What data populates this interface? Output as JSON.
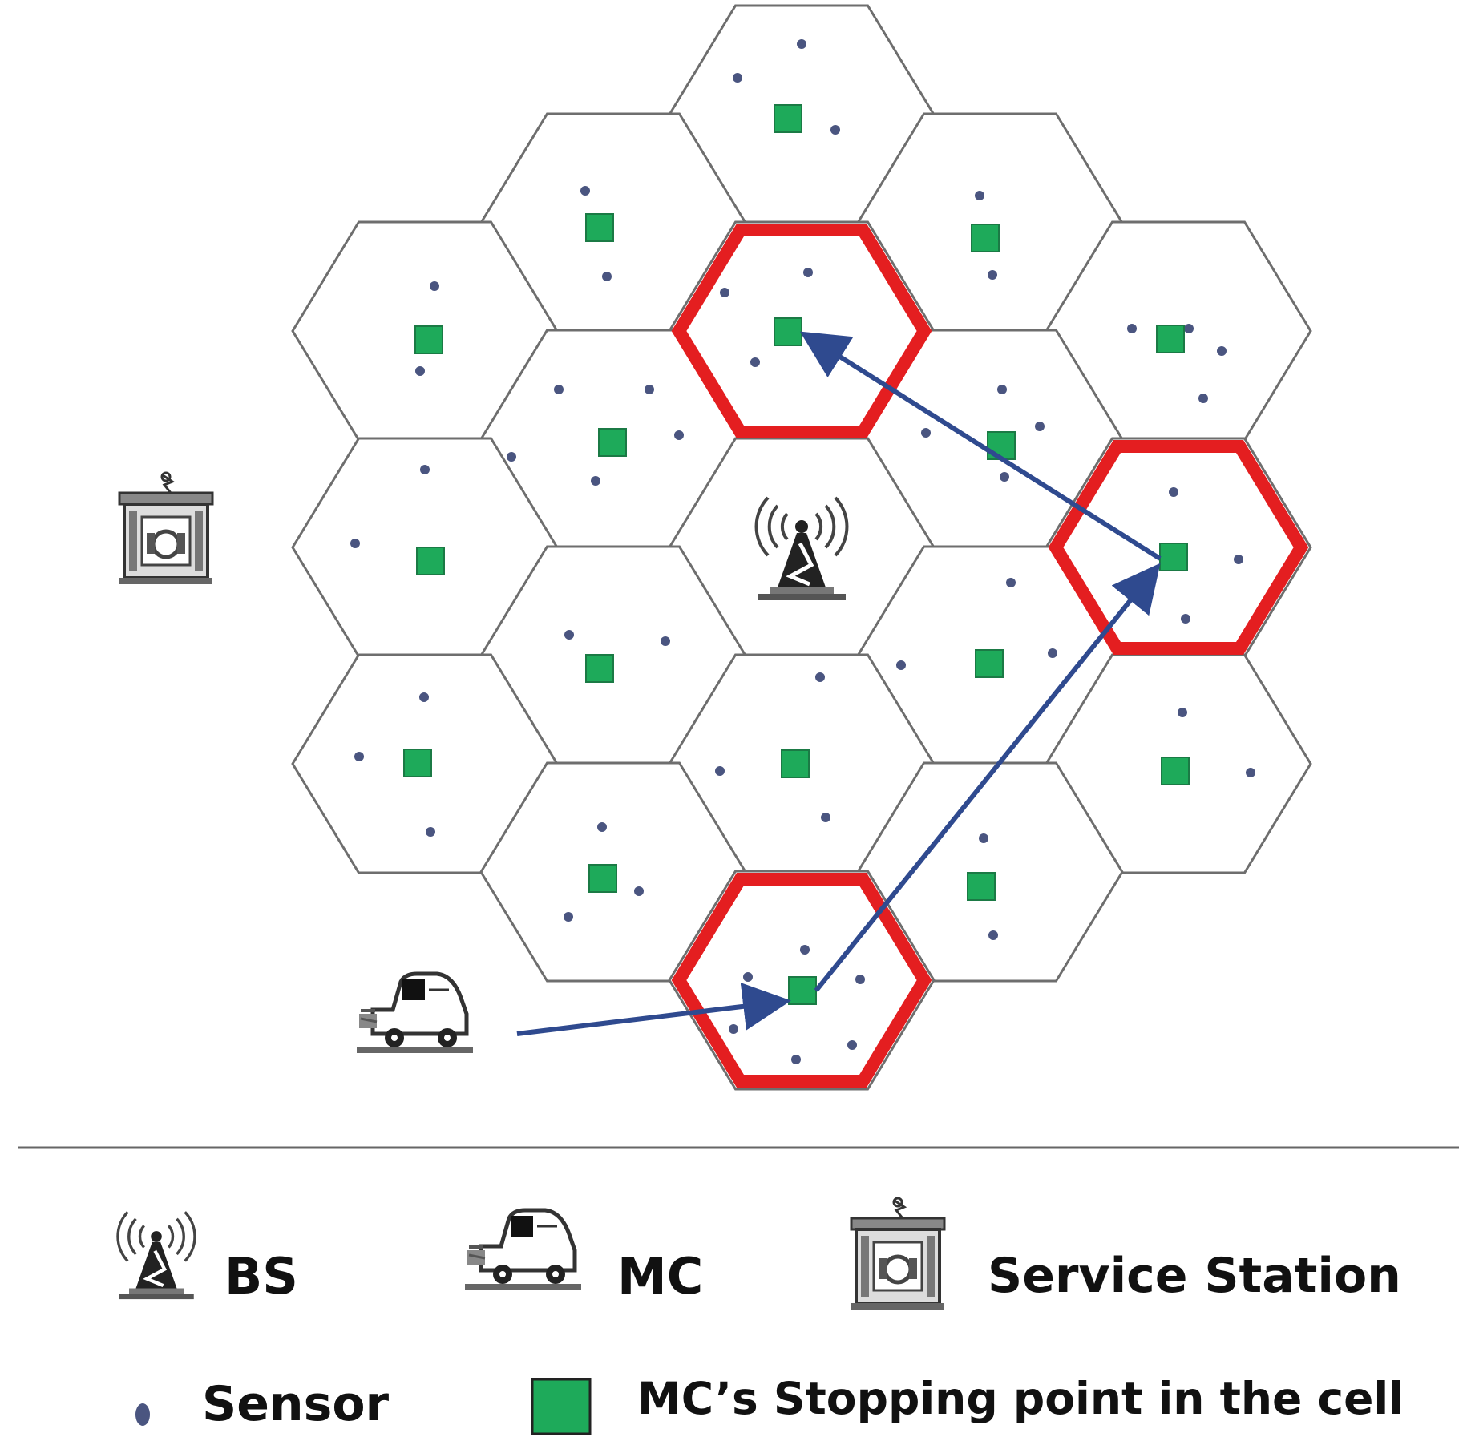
{
  "legend": {
    "bs_label": "BS",
    "mc_label": "MC",
    "service_station_label": "Service Station",
    "sensor_label": "Sensor",
    "stopping_point_label": "MC’s Stopping point in the cell"
  },
  "colors": {
    "cell_border": "#6e6e6e",
    "highlight_border": "#e41e20",
    "stopping_point": "#1eaa5a",
    "sensor": "#4a5580",
    "path_arrow": "#2f4a8f"
  },
  "icons": {
    "bs": "radio-tower-icon",
    "mc": "mobile-charger-vehicle-icon",
    "service_station": "service-station-icon",
    "sensor": "sensor-dot-icon",
    "stopping_point": "green-square-icon"
  },
  "diagram": {
    "cell_count": 19,
    "highlighted_cells": 3,
    "path_legs": 3
  }
}
